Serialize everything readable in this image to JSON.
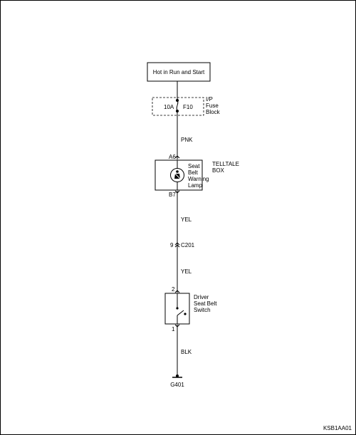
{
  "power_box": {
    "label": "Hot in Run and Start"
  },
  "fuse": {
    "rating": "10A",
    "id": "F10",
    "block_line1": "I/P",
    "block_line2": "Fuse",
    "block_line3": "Block"
  },
  "wires": {
    "w1_color": "PNK",
    "w2_color": "YEL",
    "w3_color": "YEL",
    "w4_color": "BLK"
  },
  "lamp": {
    "pin_top": "A6",
    "pin_bottom": "B7",
    "line1": "Seat",
    "line2": "Belt",
    "line3": "Warning",
    "line4": "Lamp",
    "component_line1": "TELLTALE",
    "component_line2": "BOX"
  },
  "connector": {
    "pin": "9",
    "id": "C201"
  },
  "switch": {
    "pin_top": "2",
    "pin_bottom": "1",
    "line1": "Driver",
    "line2": "Seat Belt",
    "line3": "Switch"
  },
  "ground": {
    "id": "G401"
  },
  "figure_code": "KSB1AA01",
  "colors": {
    "line": "#000000",
    "background": "#ffffff"
  }
}
